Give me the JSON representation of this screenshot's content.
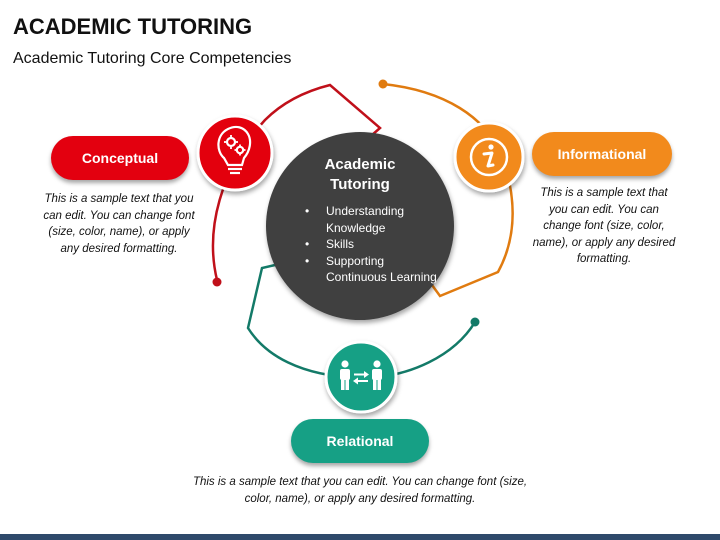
{
  "header": {
    "title": "ACADEMIC TUTORING",
    "subtitle": "Academic Tutoring Core Competencies"
  },
  "center": {
    "title": "Academic Tutoring",
    "items": [
      "Understanding Knowledge",
      "Skills",
      "Supporting Continuous Learning"
    ]
  },
  "competencies": [
    {
      "label": "Conceptual",
      "icon": "lightbulb-gears-icon",
      "color": "#e3000f",
      "description": "This is a sample text that you can edit. You can change font (size, color, name), or apply any desired formatting."
    },
    {
      "label": "Informational",
      "icon": "info-icon",
      "color": "#f28a1c",
      "description": "This is a sample text that you can edit. You can change font (size, color, name), or apply any desired formatting."
    },
    {
      "label": "Relational",
      "icon": "people-exchange-icon",
      "color": "#16a085",
      "description": "This is a sample text that you can edit. You can change font (size, color, name), or apply any desired formatting."
    }
  ],
  "colors": {
    "center_circle": "#404040",
    "bottom_bar": "#2f4a6b"
  }
}
